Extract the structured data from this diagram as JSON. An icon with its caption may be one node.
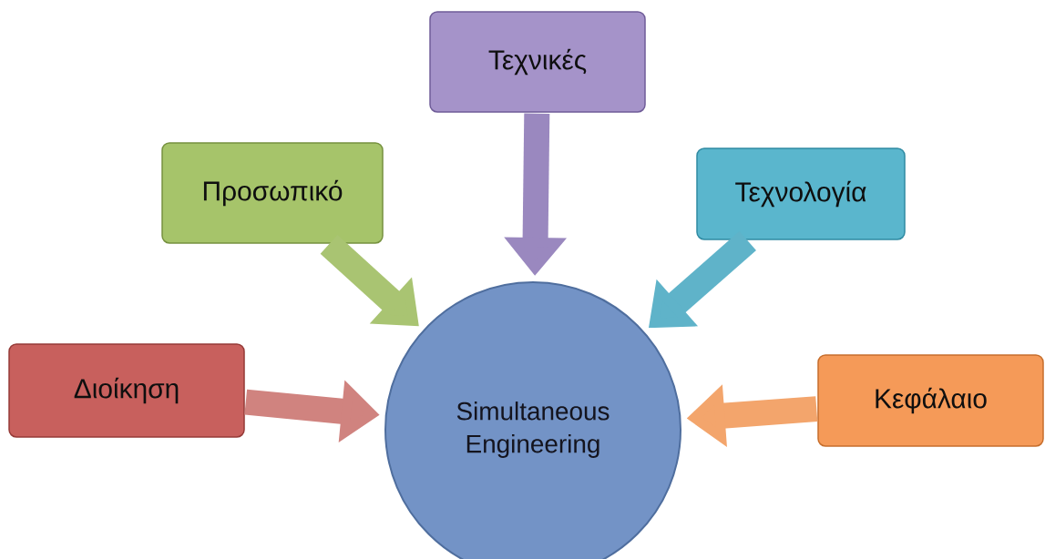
{
  "diagram": {
    "nodes": [
      {
        "text": [
          "Simultaneous Engineering"
        ]
      },
      {
        "text": [
          "Τεχνικές"
        ]
      },
      {
        "text": [
          "Προσωπικό"
        ]
      },
      {
        "text": [
          "Τεχνολογία"
        ]
      },
      {
        "text": [
          "Διοίκηση"
        ]
      },
      {
        "text": [
          "Κεφάλαιο"
        ]
      }
    ],
    "edges": [
      {
        "from": 1,
        "to": 0,
        "arrow": "to",
        "color": "#9a88bf"
      },
      {
        "from": 2,
        "to": 0,
        "arrow": "to",
        "color": "#a9c472"
      },
      {
        "from": 3,
        "to": 0,
        "arrow": "to",
        "color": "#5fb3c9"
      },
      {
        "from": 4,
        "to": 0,
        "arrow": "to",
        "color": "#d0837f"
      },
      {
        "from": 5,
        "to": 0,
        "arrow": "to",
        "color": "#f3a56c"
      }
    ]
  }
}
